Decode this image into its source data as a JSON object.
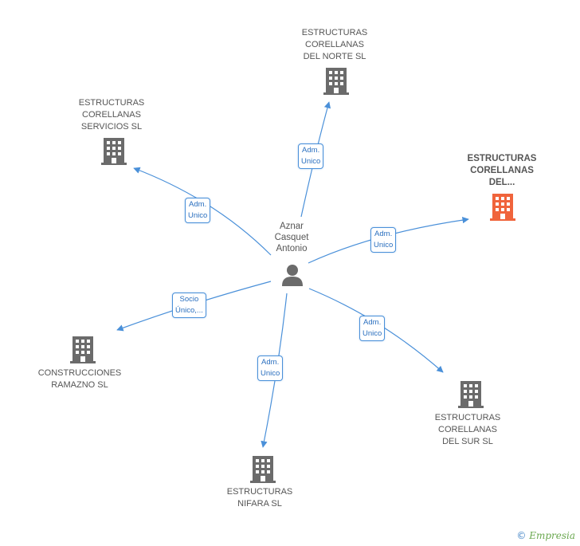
{
  "center": {
    "name": "Aznar\nCasquet\nAntonio"
  },
  "nodes": [
    {
      "id": "norte",
      "label": "ESTRUCTURAS\nCORELLANAS\nDEL NORTE SL",
      "main": false
    },
    {
      "id": "servicios",
      "label": "ESTRUCTURAS\nCORELLANAS\nSERVICIOS SL",
      "main": false
    },
    {
      "id": "del",
      "label": "ESTRUCTURAS\nCORELLANAS\nDEL...",
      "main": true
    },
    {
      "id": "ramazno",
      "label": "CONSTRUCCIONES\nRAMAZNO SL",
      "main": false
    },
    {
      "id": "sur",
      "label": "ESTRUCTURAS\nCORELLANAS\nDEL SUR SL",
      "main": false
    },
    {
      "id": "nifara",
      "label": "ESTRUCTURAS\nNIFARA SL",
      "main": false
    }
  ],
  "edges": [
    {
      "to": "norte",
      "label": "Adm.\nUnico"
    },
    {
      "to": "servicios",
      "label": "Adm.\nUnico"
    },
    {
      "to": "del",
      "label": "Adm.\nUnico"
    },
    {
      "to": "ramazno",
      "label": "Socio\nÚnico,..."
    },
    {
      "to": "sur",
      "label": "Adm.\nUnico"
    },
    {
      "to": "nifara",
      "label": "Adm.\nUnico"
    }
  ],
  "colors": {
    "edge": "#4a90d9",
    "building": "#6b6b6b",
    "main_building": "#f0643c",
    "person": "#6b6b6b"
  },
  "brand": {
    "symbol": "©",
    "name": "Empresia"
  }
}
